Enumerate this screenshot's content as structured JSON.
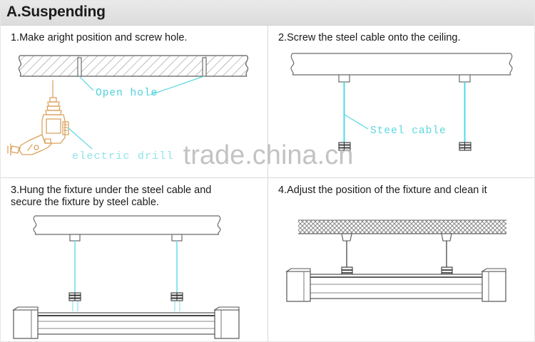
{
  "header": {
    "title": "A.Suspending"
  },
  "watermark": {
    "text": "trade.china.cn"
  },
  "colors": {
    "header_bg": "#e4e4e4",
    "text": "#1a1a1a",
    "line": "#6b6b6b",
    "cable_cyan": "#4fd8e8",
    "label_cyan": "#5bd6e0",
    "drill_orange": "#d9a05a",
    "divider": "#d9d9d9",
    "watermark": "#b9b9b9"
  },
  "panels": [
    {
      "id": "panel-1",
      "number": "1",
      "caption": "1.Make aright position and screw hole.",
      "labels": [
        {
          "name": "open-hole",
          "text": "Open hole"
        },
        {
          "name": "electric-drill",
          "text": "electric drill"
        }
      ],
      "elements": [
        "hatched-ceiling-slab",
        "screw-hole-left",
        "screw-hole-right",
        "electric-drill-illustration",
        "leader-line-open-hole",
        "leader-line-electric-drill"
      ]
    },
    {
      "id": "panel-2",
      "number": "2",
      "caption": "2.Screw the steel cable onto the ceiling.",
      "labels": [
        {
          "name": "steel-cable",
          "text": "Steel cable"
        }
      ],
      "elements": [
        "ceiling-slab",
        "mount-bracket-left",
        "mount-bracket-right",
        "steel-cable-left",
        "steel-cable-right",
        "cable-gripper-left",
        "cable-gripper-right",
        "leader-line-steel-cable"
      ]
    },
    {
      "id": "panel-3",
      "number": "3",
      "caption": "3.Hung the fixture under the steel cable and\n   secure the fixture by steel cable.",
      "labels": [],
      "elements": [
        "ceiling-slab",
        "mount-bracket-left",
        "mount-bracket-right",
        "steel-cable-left",
        "steel-cable-right",
        "cable-gripper-left",
        "cable-gripper-right",
        "led-tube-fixture",
        "fixture-end-cap-left",
        "fixture-end-cap-right"
      ]
    },
    {
      "id": "panel-4",
      "number": "4",
      "caption": "4.Adjust the position of the fixture and clean it",
      "labels": [],
      "elements": [
        "crosshatch-ceiling",
        "mount-bracket-left",
        "mount-bracket-right",
        "suspension-wire-left",
        "suspension-wire-right",
        "cable-gripper-left",
        "cable-gripper-right",
        "led-tube-fixture",
        "fixture-end-cap-left",
        "fixture-end-cap-right"
      ]
    }
  ]
}
